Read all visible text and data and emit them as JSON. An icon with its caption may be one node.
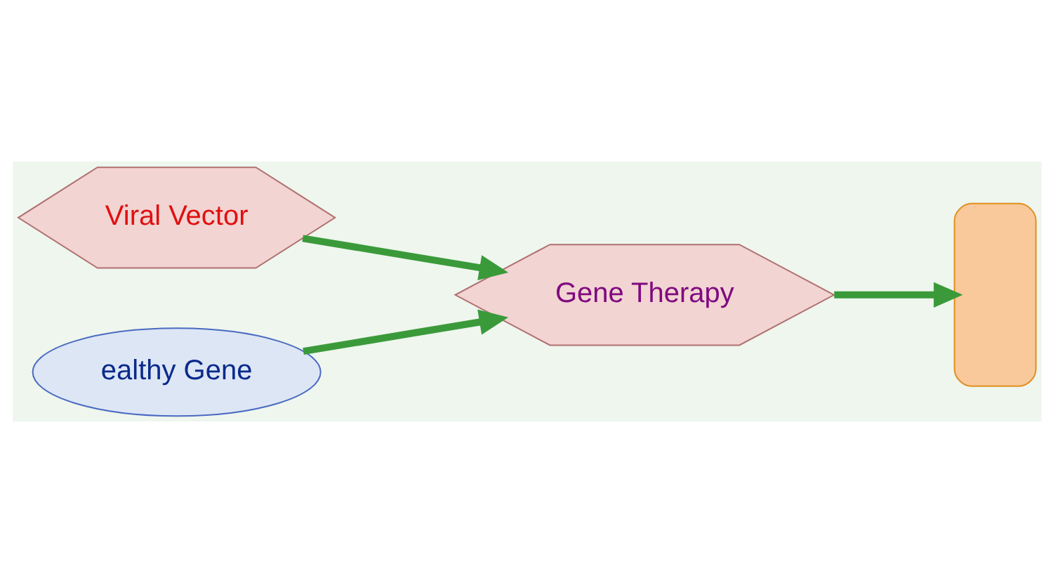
{
  "diagram": {
    "nodes": [
      {
        "text": [
          "Viral Vector"
        ]
      },
      {
        "text": [
          "ealthy Gene"
        ]
      },
      {
        "text": [
          "Gene Therapy"
        ]
      },
      {
        "text": [],
        "shape": "person"
      }
    ],
    "edges": [
      {
        "from": 0,
        "to": 2,
        "arrow": "to"
      },
      {
        "from": 1,
        "to": 2,
        "arrow": "to"
      },
      {
        "from": 2,
        "to": 3,
        "arrow": "to"
      }
    ]
  }
}
